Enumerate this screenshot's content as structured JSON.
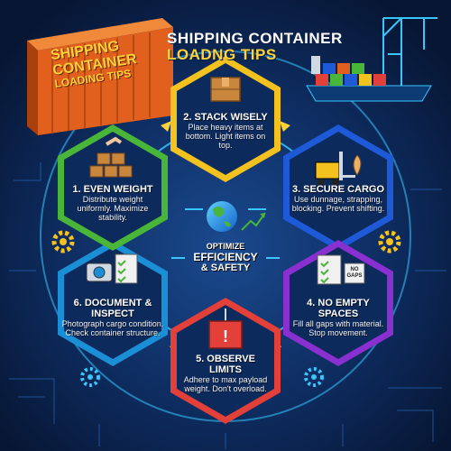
{
  "header": {
    "title_line1": "SHIPPING CONTAINER",
    "title_line2": "LOADNG TIPS",
    "container_label_line1": "SHIPPING",
    "container_label_line2": "CONTAINER",
    "container_label_line3": "LOADING TIPS"
  },
  "center": {
    "line1": "OPTIMIZE",
    "line2": "EFFICIENCY",
    "line3": "& SAFETY"
  },
  "steps": [
    {
      "title": "2. STACK WISELY",
      "desc": "Place heavy items at bottom. Light items on top.",
      "color": "#f4c21f",
      "icon": "box-stack-icon"
    },
    {
      "title": "3. SECURE CARGO",
      "desc": "Use dunnage, strapping, blocking. Prevent shifting.",
      "color": "#1e5ad8",
      "icon": "forklift-icon"
    },
    {
      "title": "4. NO EMPTY SPACES",
      "desc": "Fill all gaps with material. Stop movement.",
      "color": "#8a2fd0",
      "icon": "checklist-no-gaps-icon",
      "badge": "NO GAPS"
    },
    {
      "title": "5. OBSERVE LIMITS",
      "desc": "Adhere to max payload weight. Don't overload.",
      "color": "#e4403a",
      "icon": "weight-warning-icon"
    },
    {
      "title": "6. DOCUMENT & INSPECT",
      "desc": "Photograph cargo condition. Check container structure.",
      "color": "#1b8fd6",
      "icon": "camera-clipboard-icon"
    },
    {
      "title": "1. EVEN WEIGHT",
      "desc": "Distribute weight uniformly. Maximize stability.",
      "color": "#49b539",
      "icon": "balanced-boxes-icon"
    }
  ],
  "colors": {
    "background": "#0a1f45",
    "ring": "#39c6ff",
    "container": "#e2601d",
    "accent": "#ffd23a"
  }
}
